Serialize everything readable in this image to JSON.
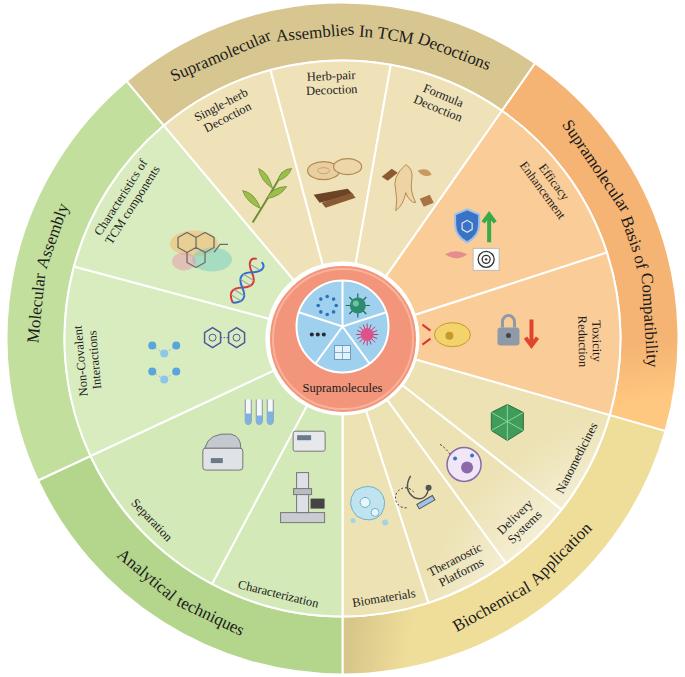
{
  "diagram": {
    "nodes": [
      {
        "text": [
          "Supramolecular Assemblies In TCM Decoctions"
        ]
      },
      {
        "text": [
          "Single-herb Decoction"
        ]
      },
      {
        "text": [
          "Herb-pair Decoction"
        ]
      },
      {
        "text": [
          "Formula Decoction"
        ]
      },
      {
        "text": [
          "Supramolecular Basis of Compatibility"
        ]
      },
      {
        "text": [
          "Efficacy Enhancement"
        ]
      },
      {
        "text": [
          "Toxicity Reduction"
        ]
      },
      {
        "text": [
          "Biochemical Application"
        ]
      },
      {
        "text": [
          "Nanomedicines"
        ]
      },
      {
        "text": [
          "Delivery Systems"
        ]
      },
      {
        "text": [
          "Theranostic Platforms"
        ]
      },
      {
        "text": [
          "Biomaterials"
        ]
      },
      {
        "text": [
          "Analytical techniques"
        ]
      },
      {
        "text": [
          "Characterization"
        ]
      },
      {
        "text": [
          "Separation"
        ]
      },
      {
        "text": [
          "Molecular Assembly"
        ]
      },
      {
        "text": [
          "Non-Covalent Interactions"
        ]
      },
      {
        "text": [
          "Characteristics of TCM components"
        ]
      },
      {
        "text": [
          "Supramolecules"
        ]
      }
    ]
  }
}
